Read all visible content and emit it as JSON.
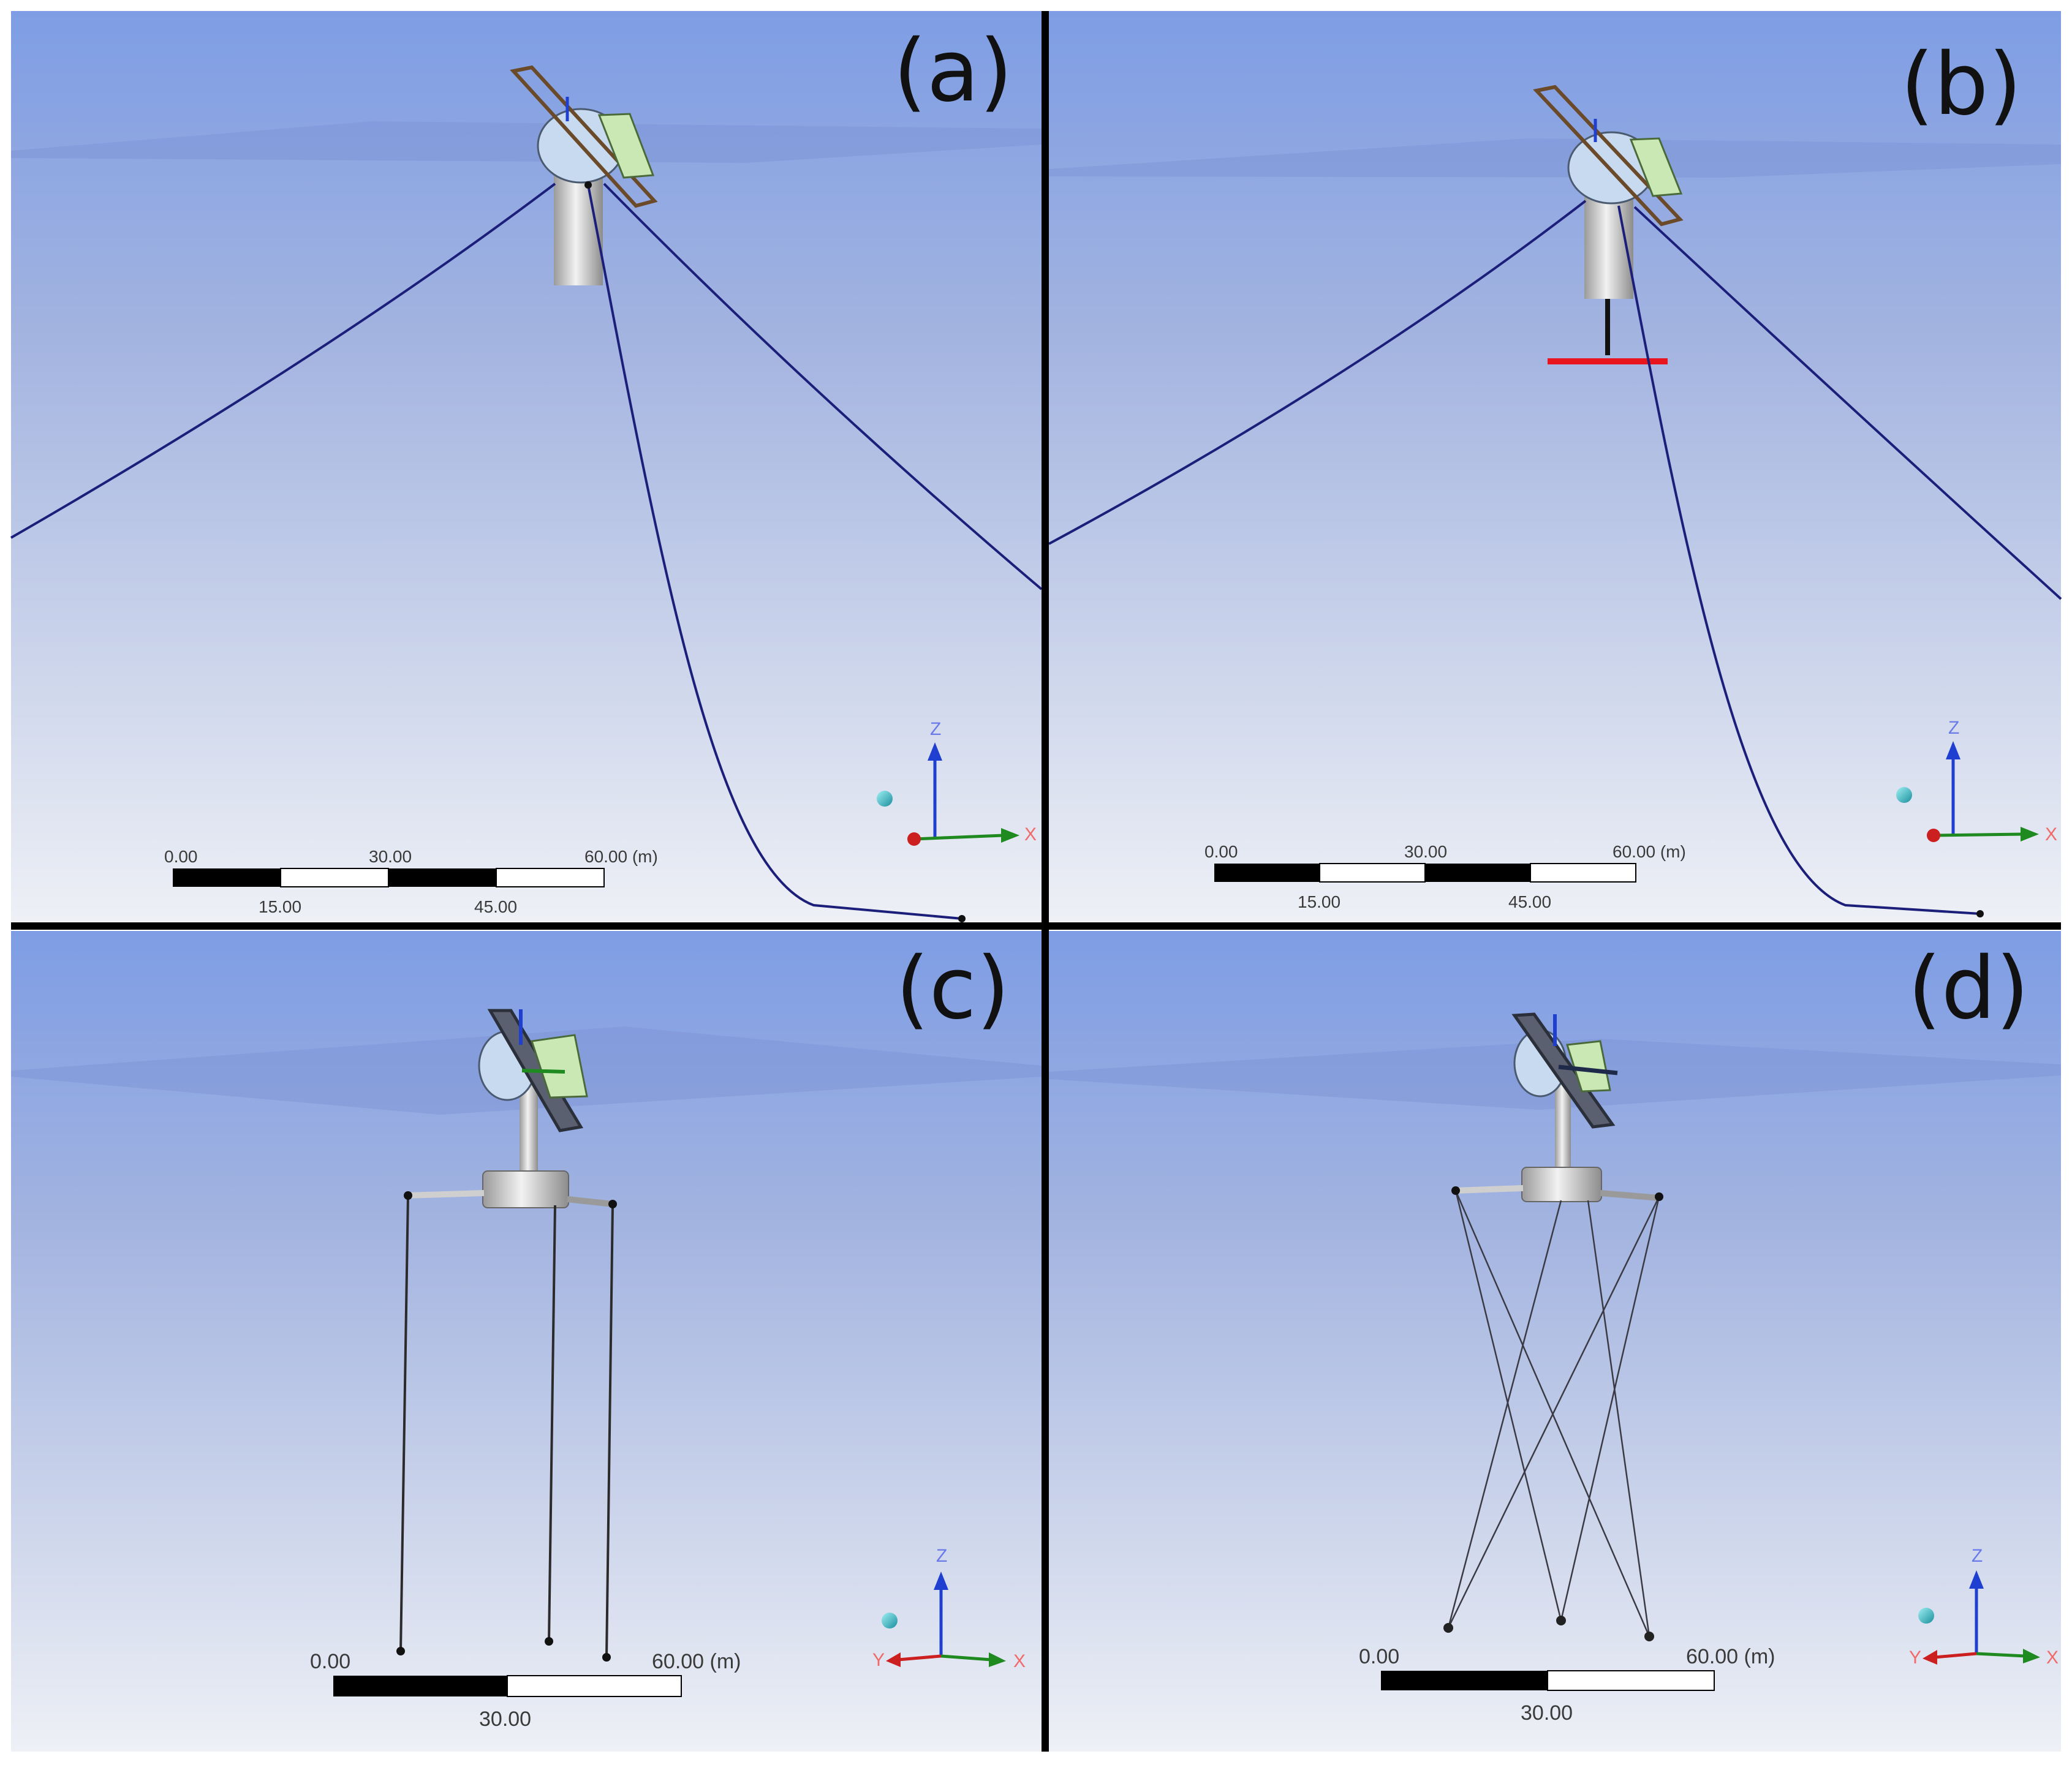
{
  "colors": {
    "sky_top": "#7f9ee4",
    "sky_bottom": "#eef0f6",
    "mooring_line": "#1c1f7a",
    "tendon_line": "#2b2b2b",
    "support_plate": "#e8141e",
    "axis_x": "#1f8a1f",
    "axis_y": "#cc1f1f",
    "axis_z": "#1f3fd0",
    "origin_ball": "#2cb8c4",
    "label_x": "#f06a6a",
    "label_y": "#f06a6a",
    "label_z": "#6a7ae8",
    "divider": "#000000"
  },
  "panels": [
    {
      "label": "(a)",
      "mooring": "catenary",
      "scale_bar": {
        "top_labels": [
          "0.00",
          "30.00",
          "60.00 (m)"
        ],
        "bottom_labels": [
          "15.00",
          "45.00"
        ]
      },
      "triad": {
        "z": "Z",
        "x": "X"
      }
    },
    {
      "label": "(b)",
      "mooring": "catenary",
      "scale_bar": {
        "top_labels": [
          "0.00",
          "30.00",
          "60.00 (m)"
        ],
        "bottom_labels": [
          "15.00",
          "45.00"
        ]
      },
      "triad": {
        "z": "Z",
        "x": "X"
      }
    },
    {
      "label": "(c)",
      "mooring": "vertical-tendon",
      "scale_bar": {
        "top_labels": [
          "0.00",
          "60.00 (m)"
        ],
        "bottom_labels": [
          "30.00"
        ]
      },
      "triad": {
        "z": "Z",
        "y": "Y",
        "x": "X"
      }
    },
    {
      "label": "(d)",
      "mooring": "inclined-tendon",
      "scale_bar": {
        "top_labels": [
          "0.00",
          "60.00 (m)"
        ],
        "bottom_labels": [
          "30.00"
        ]
      },
      "triad": {
        "z": "Z",
        "y": "Y",
        "x": "X"
      }
    }
  ]
}
